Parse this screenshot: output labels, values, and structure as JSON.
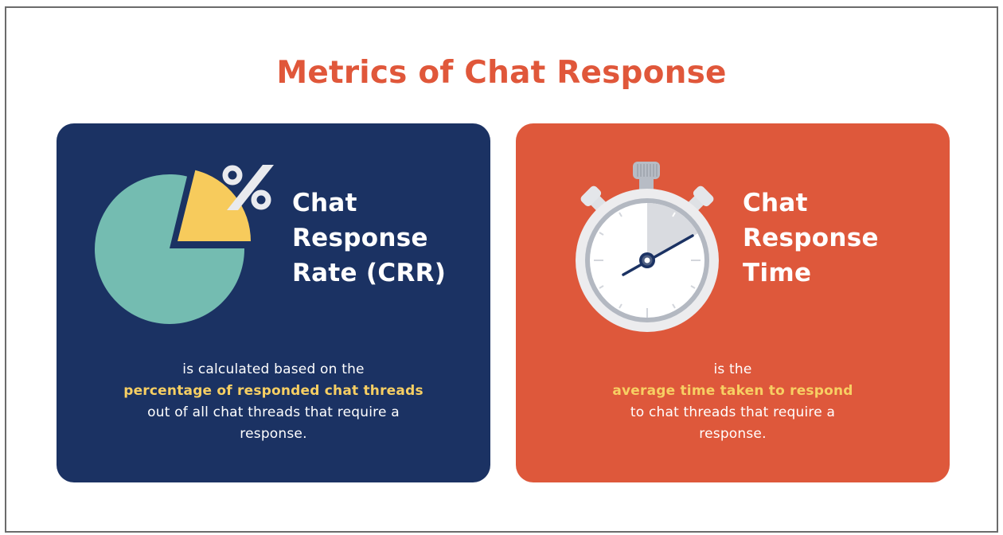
{
  "title": {
    "text": "Metrics of Chat Response",
    "color": "#e0573a"
  },
  "colors": {
    "navy_card": "#1b3263",
    "orange_card": "#de583b",
    "highlight_yellow": "#f7cf63",
    "pie_teal": "#74bcb1",
    "pie_yellow": "#f7cb5c",
    "percent_symbol": "#e9eaee",
    "stopwatch_body": "#ececee",
    "stopwatch_ring": "#b3b8c1",
    "stopwatch_face": "#ffffff",
    "stopwatch_elapsed": "#d9dbe0",
    "stopwatch_hand": "#1b3263",
    "frame_border": "#6b6b6b"
  },
  "cards": [
    {
      "id": "crr",
      "icon": "pie-chart-percent-icon",
      "heading_lines": [
        "Chat",
        "Response",
        "Rate (CRR)"
      ],
      "description": {
        "line1": "is calculated based on the",
        "highlight": "percentage of responded chat threads",
        "line3": "out of all chat threads that require a",
        "line4": "response."
      }
    },
    {
      "id": "crt",
      "icon": "stopwatch-icon",
      "heading_lines": [
        "Chat",
        "Response",
        "Time"
      ],
      "description": {
        "line1": "is the",
        "highlight": "average time taken to respond",
        "line3": "to chat threads that require a",
        "line4": "response."
      }
    }
  ],
  "icons": {
    "percent_glyph": "%"
  }
}
